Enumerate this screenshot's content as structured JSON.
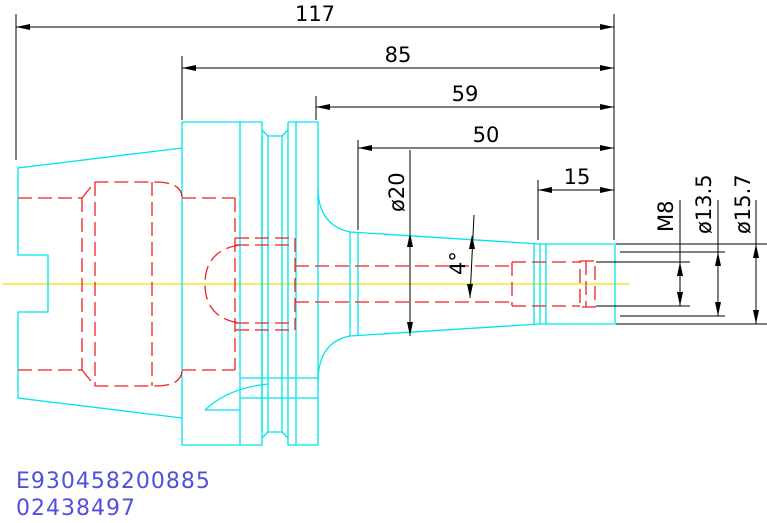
{
  "dimensions": {
    "d117": "117",
    "d85": "85",
    "d59": "59",
    "d50": "50",
    "d15": "15",
    "dia20": "ø20",
    "angle": "4°",
    "thread": "M8",
    "dia13_5": "ø13.5",
    "dia15_7": "ø15.7"
  },
  "codes": {
    "line1": "E930458200885",
    "line2": "02438497"
  },
  "colors": {
    "outline": "#00e5ee",
    "hidden": "#ee2222",
    "centerline": "#e6e600",
    "dimension": "#000000",
    "code_text": "#5050e0"
  }
}
